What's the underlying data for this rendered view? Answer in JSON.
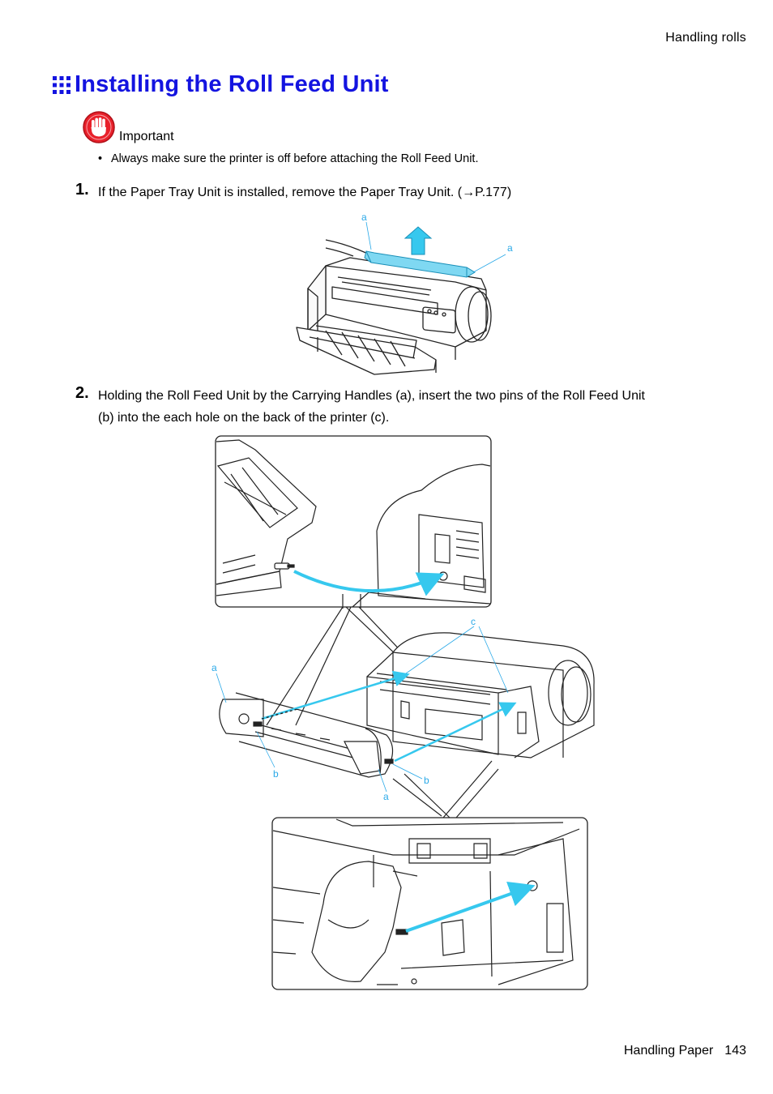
{
  "header": {
    "section": "Handling  rolls"
  },
  "title": "Installing the Roll Feed Unit",
  "important": {
    "label": "Important",
    "bullet": "Always make sure the printer is off before attaching the Roll Feed Unit."
  },
  "steps": [
    {
      "number": "1.",
      "text": "If the Paper Tray Unit is installed, remove the Paper Tray Unit.  (→P.177)"
    },
    {
      "number": "2.",
      "text_line1": "Holding the Roll Feed Unit by the Carrying Handles (a), insert the two pins of the Roll Feed Unit",
      "text_line2": "(b) into the each hole on the back of the printer (c)."
    }
  ],
  "figure1": {
    "callouts": [
      "a",
      "a"
    ]
  },
  "figure2": {
    "callouts": [
      "c",
      "a",
      "b",
      "b",
      "a"
    ]
  },
  "colors": {
    "title": "#1414e0",
    "callout": "#2aa9e8",
    "arrow": "#36c8ee",
    "important_icon": "#e8202a"
  },
  "footer": {
    "chapter": "Handling Paper",
    "page": "143"
  }
}
